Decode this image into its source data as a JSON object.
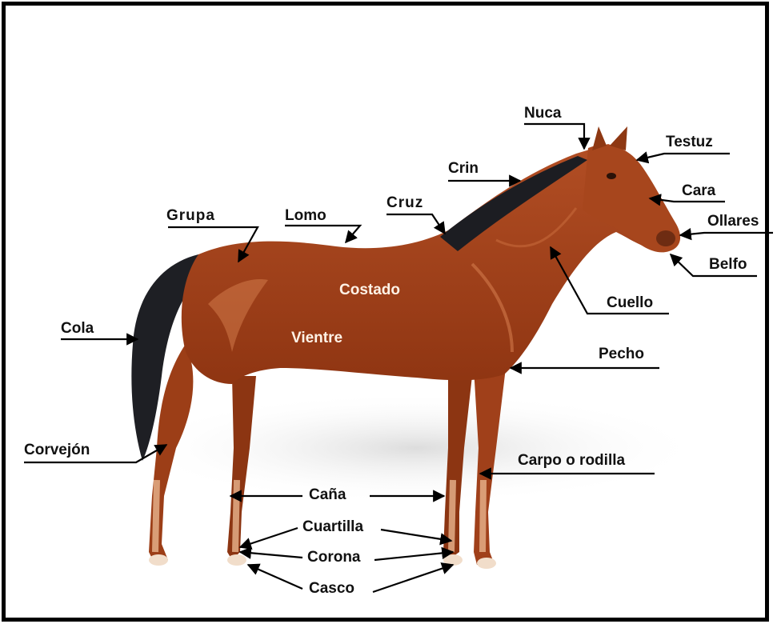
{
  "diagram": {
    "labels": {
      "nuca": "Nuca",
      "testuz": "Testuz",
      "crin": "Crin",
      "cara": "Cara",
      "cruz": "Cruz",
      "ollares": "Ollares",
      "grupa": "Grupa",
      "lomo": "Lomo",
      "belfo": "Belfo",
      "costado": "Costado",
      "cuello": "Cuello",
      "cola": "Cola",
      "vientre": "Vientre",
      "pecho": "Pecho",
      "corvejon": "Corvejón",
      "carpo": "Carpo o rodilla",
      "cana": "Caña",
      "cuartilla": "Cuartilla",
      "corona": "Corona",
      "casco": "Casco"
    },
    "colors": {
      "coat": "#a8431c",
      "coat_dark": "#7e2c0f",
      "coat_light": "#d27a4b",
      "mane": "#1c1d22",
      "leg_light": "#e9b58e",
      "hoof": "#f1ddca",
      "border": "#000000"
    }
  }
}
